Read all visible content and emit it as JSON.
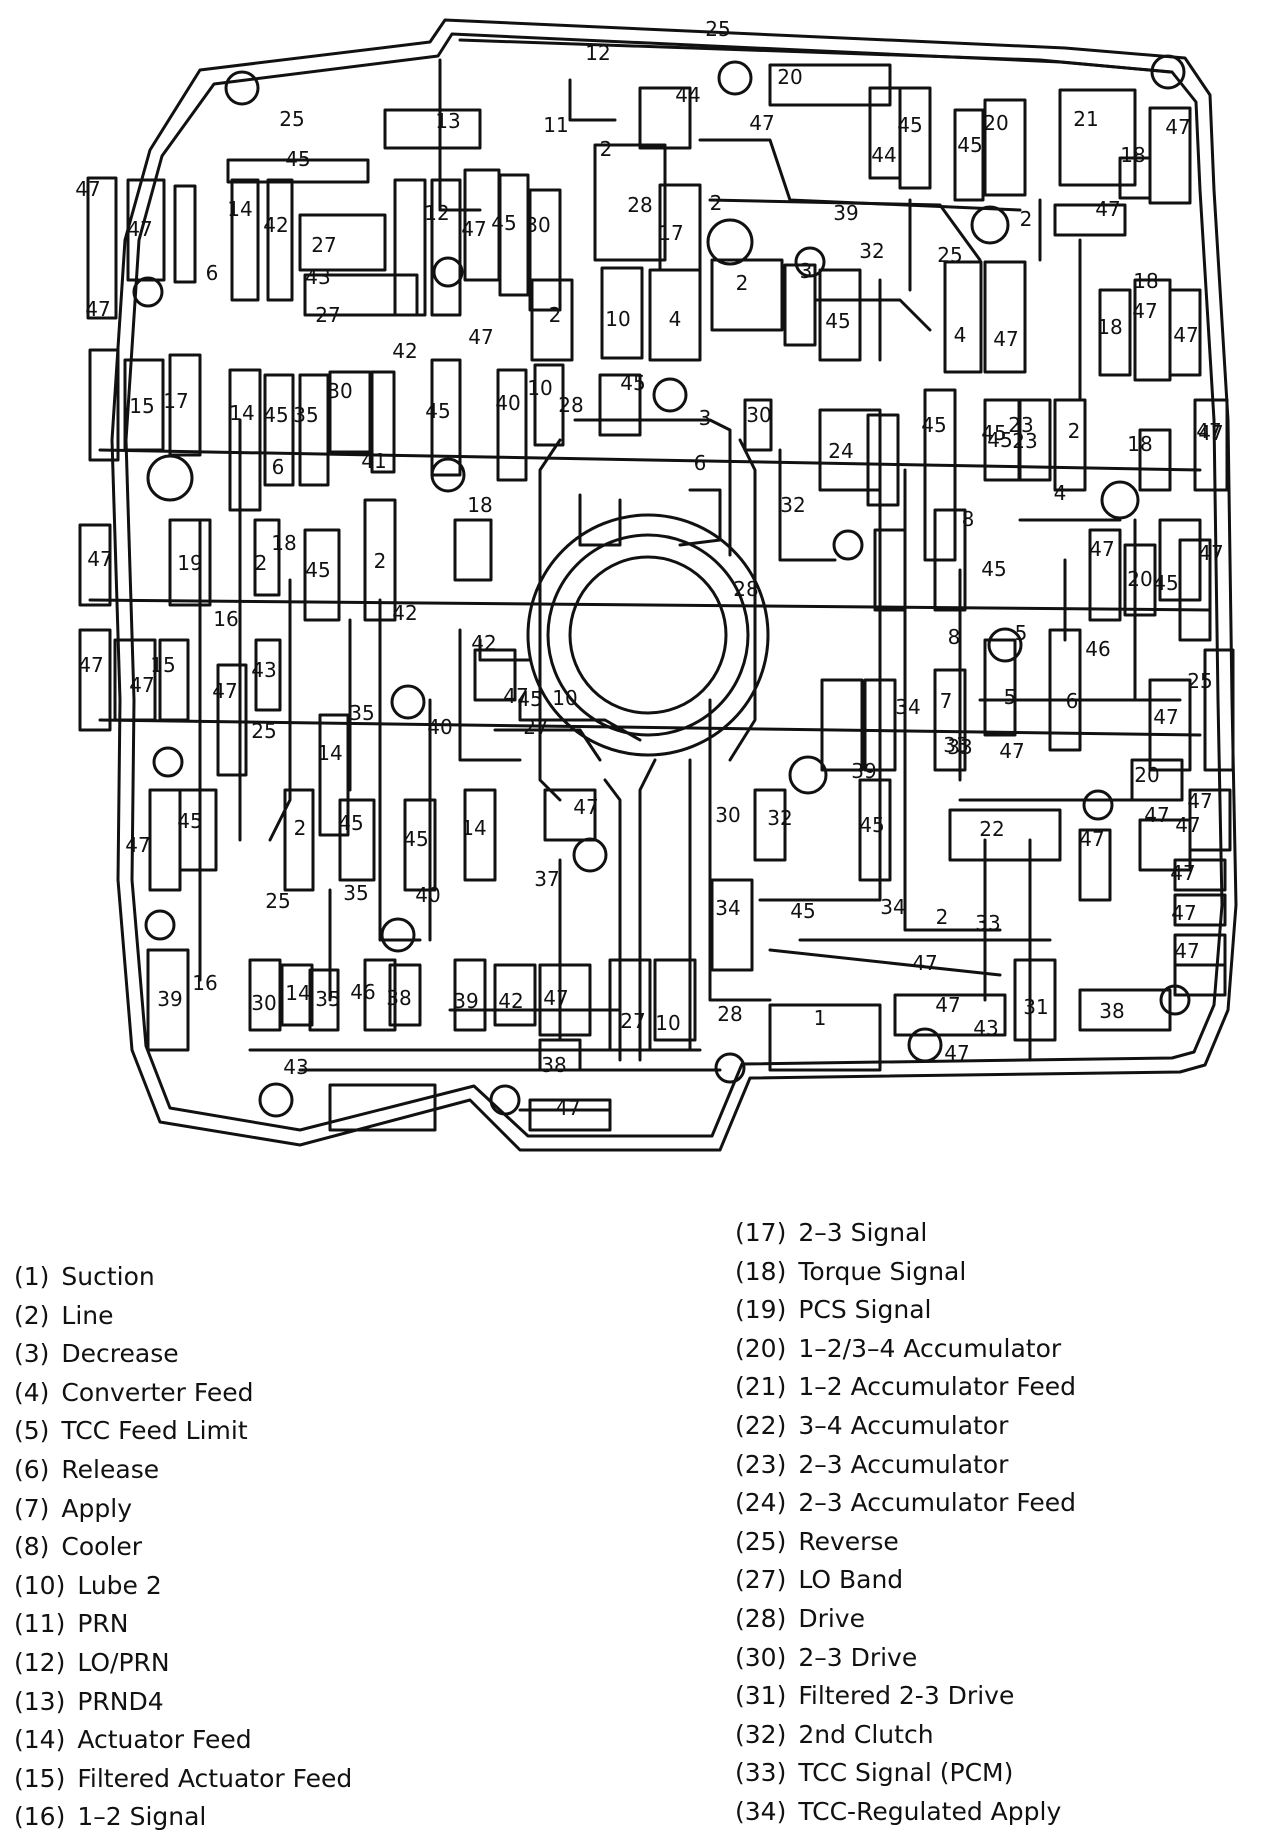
{
  "diagram": {
    "labels": [
      "25",
      "12",
      "20",
      "21",
      "44",
      "47",
      "45",
      "13",
      "11",
      "2",
      "25",
      "45",
      "47",
      "47",
      "14",
      "42",
      "27",
      "12",
      "47",
      "45",
      "30",
      "28",
      "17",
      "2",
      "44",
      "45",
      "20",
      "18",
      "47",
      "39",
      "32",
      "2",
      "47",
      "6",
      "43",
      "27",
      "25",
      "4",
      "47",
      "18",
      "47",
      "18",
      "47",
      "2",
      "10",
      "4",
      "2",
      "3",
      "45",
      "47",
      "42",
      "47",
      "15",
      "17",
      "14",
      "45",
      "35",
      "30",
      "45",
      "40",
      "10",
      "28",
      "45",
      "3",
      "30",
      "23",
      "45",
      "23",
      "2",
      "47",
      "24",
      "6",
      "41",
      "18",
      "18",
      "32",
      "4",
      "47",
      "47",
      "2",
      "45",
      "45",
      "19",
      "18",
      "45",
      "2",
      "8",
      "47",
      "45",
      "6",
      "28",
      "20",
      "45",
      "47",
      "42",
      "16",
      "42",
      "47",
      "8",
      "5",
      "46",
      "15",
      "47",
      "25",
      "43",
      "47",
      "10",
      "47",
      "45",
      "27",
      "33",
      "34",
      "7",
      "5",
      "6",
      "47",
      "35",
      "40",
      "25",
      "14",
      "33",
      "47",
      "20",
      "47",
      "39",
      "47",
      "47",
      "45",
      "45",
      "30",
      "32",
      "45",
      "2",
      "14",
      "45",
      "22",
      "47",
      "40",
      "35",
      "37",
      "47",
      "47",
      "25",
      "34",
      "45",
      "34",
      "2",
      "33",
      "47",
      "47",
      "47",
      "47",
      "30",
      "14",
      "46",
      "35",
      "38",
      "39",
      "42",
      "47",
      "39",
      "16",
      "27",
      "10",
      "28",
      "1",
      "31",
      "47",
      "38",
      "43",
      "47",
      "38",
      "43",
      "47"
    ]
  },
  "legend": {
    "left": [
      {
        "num": "(1)",
        "text": "Suction"
      },
      {
        "num": "(2)",
        "text": "Line"
      },
      {
        "num": "(3)",
        "text": "Decrease"
      },
      {
        "num": "(4)",
        "text": "Converter Feed"
      },
      {
        "num": "(5)",
        "text": "TCC Feed Limit"
      },
      {
        "num": "(6)",
        "text": "Release"
      },
      {
        "num": "(7)",
        "text": "Apply"
      },
      {
        "num": "(8)",
        "text": "Cooler"
      },
      {
        "num": "(10)",
        "text": "Lube 2"
      },
      {
        "num": "(11)",
        "text": "PRN"
      },
      {
        "num": "(12)",
        "text": "LO/PRN"
      },
      {
        "num": "(13)",
        "text": "PRND4"
      },
      {
        "num": "(14)",
        "text": "Actuator Feed"
      },
      {
        "num": "(15)",
        "text": "Filtered Actuator Feed"
      },
      {
        "num": "(16)",
        "text": "1–2 Signal"
      }
    ],
    "right": [
      {
        "num": "(17)",
        "text": "2–3 Signal"
      },
      {
        "num": "(18)",
        "text": "Torque Signal"
      },
      {
        "num": "(19)",
        "text": "PCS Signal"
      },
      {
        "num": "(20)",
        "text": "1–2/3–4 Accumulator"
      },
      {
        "num": "(21)",
        "text": "1–2 Accumulator Feed"
      },
      {
        "num": "(22)",
        "text": "3–4 Accumulator"
      },
      {
        "num": "(23)",
        "text": "2–3 Accumulator"
      },
      {
        "num": "(24)",
        "text": "2–3 Accumulator Feed"
      },
      {
        "num": "(25)",
        "text": "Reverse"
      },
      {
        "num": "(27)",
        "text": "LO Band"
      },
      {
        "num": "(28)",
        "text": "Drive"
      },
      {
        "num": "(30)",
        "text": "2–3 Drive"
      },
      {
        "num": "(31)",
        "text": "Filtered 2-3 Drive"
      },
      {
        "num": "(32)",
        "text": "2nd Clutch"
      },
      {
        "num": "(33)",
        "text": "TCC Signal (PCM)"
      },
      {
        "num": "(34)",
        "text": "TCC-Regulated Apply"
      }
    ]
  }
}
